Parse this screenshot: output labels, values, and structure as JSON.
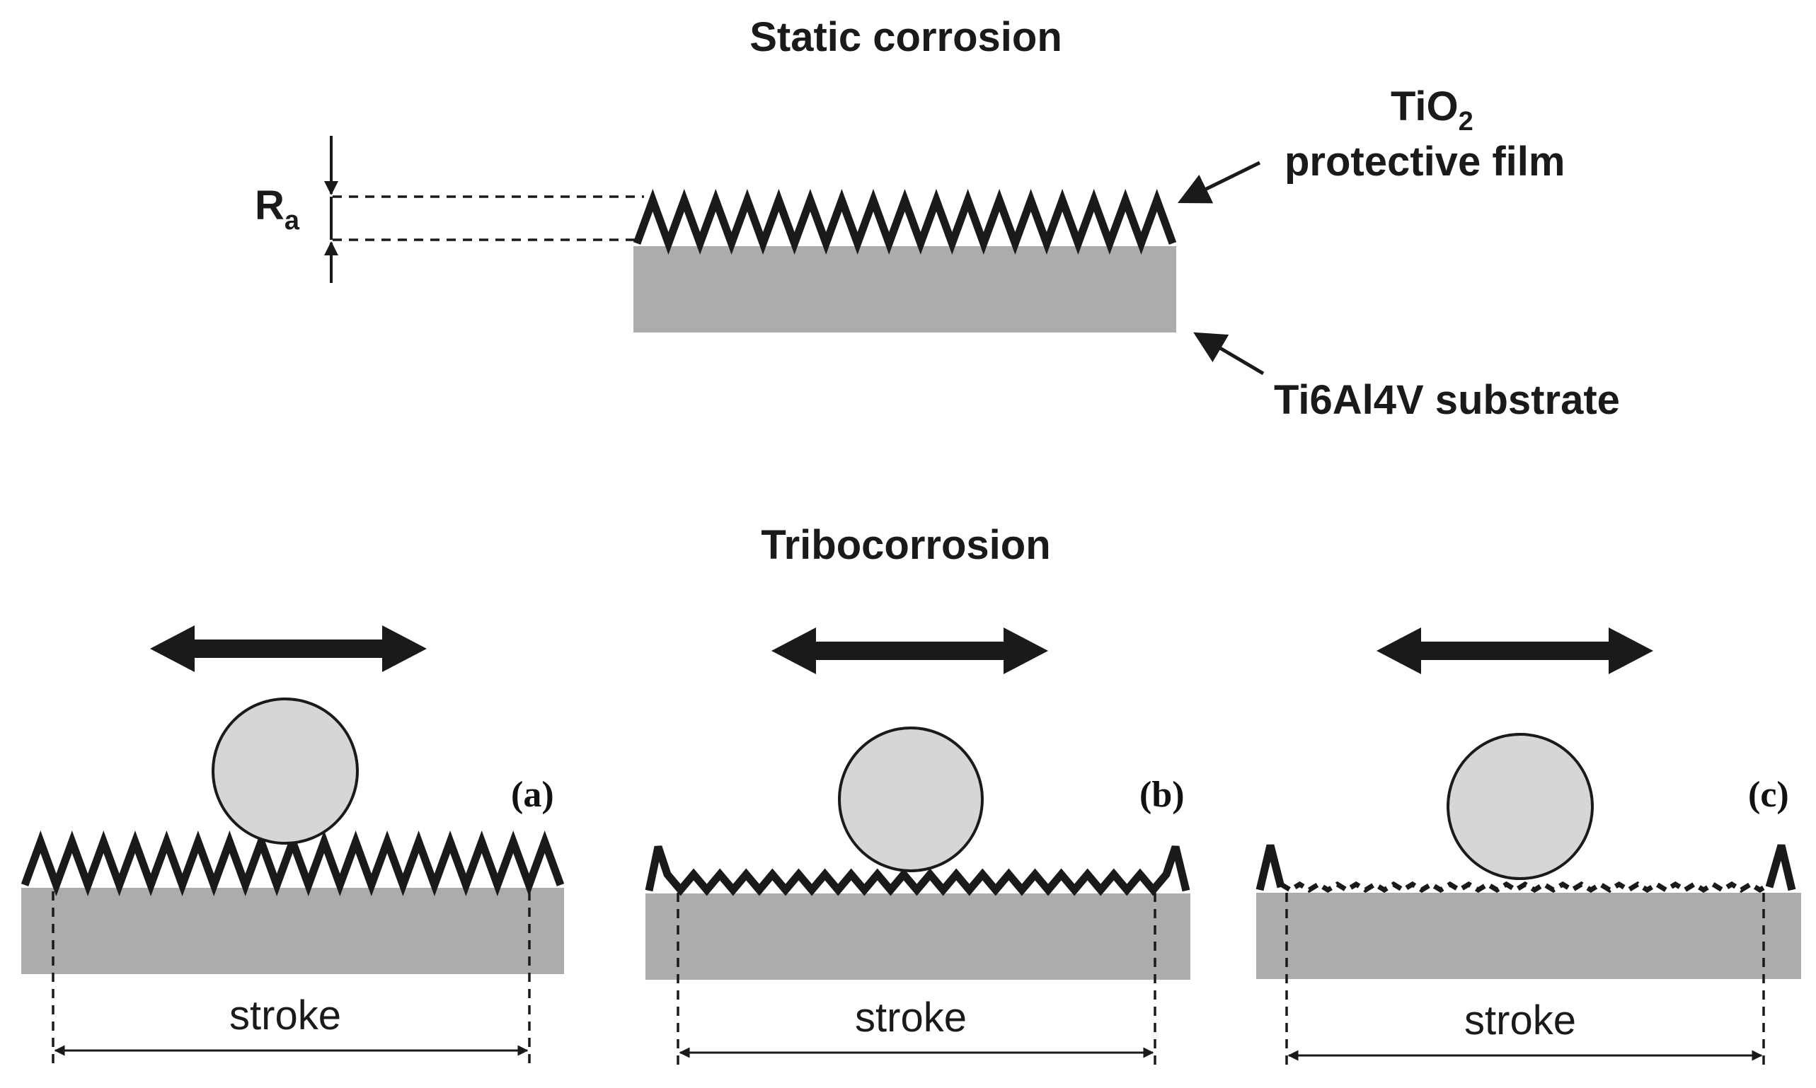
{
  "static_section": {
    "title": "Static corrosion",
    "roughness_label": "R",
    "roughness_subscript": "a",
    "film_label_line1": "TiO",
    "film_label_subscript": "2",
    "film_label_line2": "protective film",
    "substrate_label": "Ti6Al4V substrate"
  },
  "tribo_section": {
    "title": "Tribocorrosion",
    "panels": [
      {
        "id": "a",
        "label": "(a)",
        "stroke_label": "stroke",
        "film_state": "intact"
      },
      {
        "id": "b",
        "label": "(b)",
        "stroke_label": "stroke",
        "film_state": "partially worn"
      },
      {
        "id": "c",
        "label": "(c)",
        "stroke_label": "stroke",
        "film_state": "removed"
      }
    ]
  },
  "colors": {
    "substrate": "#acacac",
    "ball": "#d6d6d6",
    "ink": "#1a1a1a"
  }
}
